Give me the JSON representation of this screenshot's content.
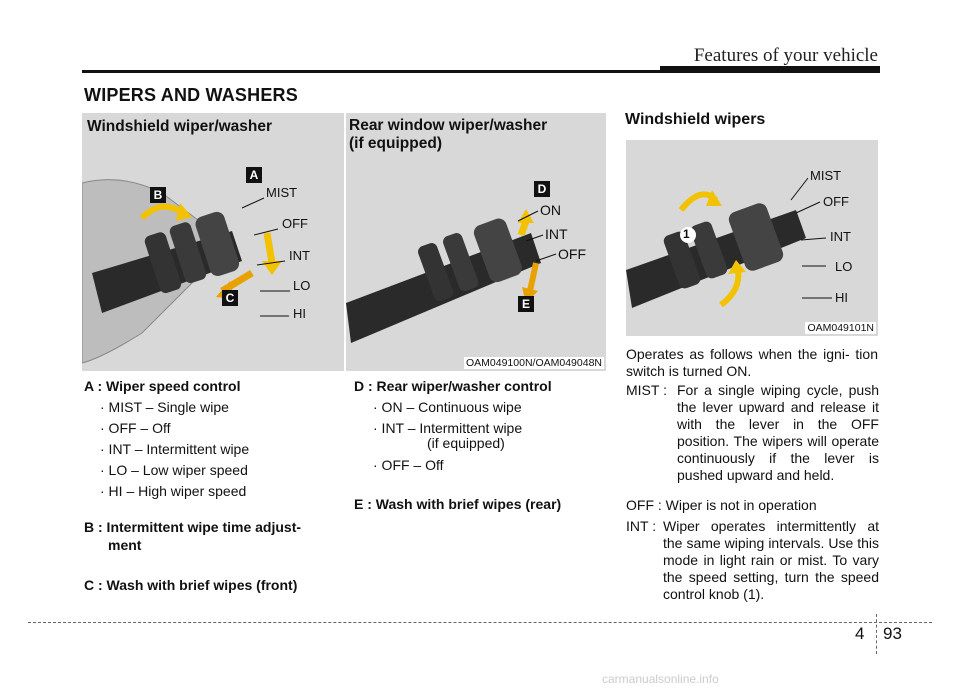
{
  "header": {
    "title": "Features of your vehicle"
  },
  "section_title": "WIPERS AND WASHERS",
  "col1": {
    "panel_title": "Windshield wiper/washer",
    "callouts": {
      "a": "A",
      "b": "B",
      "c": "C",
      "mist": "MIST",
      "off": "OFF",
      "int": "INT",
      "lo": "LO",
      "hi": "HI"
    },
    "defs": {
      "a_label": "A : Wiper speed control",
      "a_items": [
        "· MIST – Single wipe",
        "· OFF – Off",
        "· INT – Intermittent wipe",
        "· LO – Low wiper speed",
        "· HI – High wiper speed"
      ],
      "b_label": "B : Intermittent  wipe  time  adjust-",
      "b_cont": "ment",
      "c_label": "C : Wash with brief wipes (front)"
    }
  },
  "col2": {
    "panel_title_1": "Rear window wiper/washer",
    "panel_title_2": "(if equipped)",
    "callouts": {
      "d": "D",
      "e": "E",
      "on": "ON",
      "int": "INT",
      "off": "OFF"
    },
    "caption": "OAM049100N/OAM049048N",
    "defs": {
      "d_label": "D : Rear wiper/washer control",
      "d_items": [
        "· ON – Continuous wipe",
        "· INT – Intermittent wipe"
      ],
      "d_int_cont": "(if equipped)",
      "d_off": "· OFF – Off",
      "e_label": "E : Wash with brief wipes (rear)"
    }
  },
  "col3": {
    "panel_title": "Windshield wipers",
    "callouts": {
      "knob": "1",
      "mist": "MIST",
      "off": "OFF",
      "int": "INT",
      "lo": "LO",
      "hi": "HI"
    },
    "caption": "OAM049101N",
    "intro": "Operates as follows when the igni- tion switch is turned ON.",
    "mist_term": "MIST :",
    "mist_text": "For  a  single  wiping  cycle, push the lever upward and release it with the lever in the OFF position. The wipers will operate continuously if the lever is pushed upward and held.",
    "off_line": "OFF : Wiper is not in operation",
    "int_term": "INT :",
    "int_text": "Wiper operates intermittently at the same wiping intervals. Use this mode in light rain or mist. To vary the speed setting, turn the speed control knob (1)."
  },
  "footer": {
    "chapter": "4",
    "page": "93",
    "watermark": "carmanualsonline.info"
  },
  "colors": {
    "panel_bg": "#d8d8d8",
    "arrow_yellow": "#f2c200",
    "arrow_orange": "#e9a100",
    "text": "#111111"
  }
}
